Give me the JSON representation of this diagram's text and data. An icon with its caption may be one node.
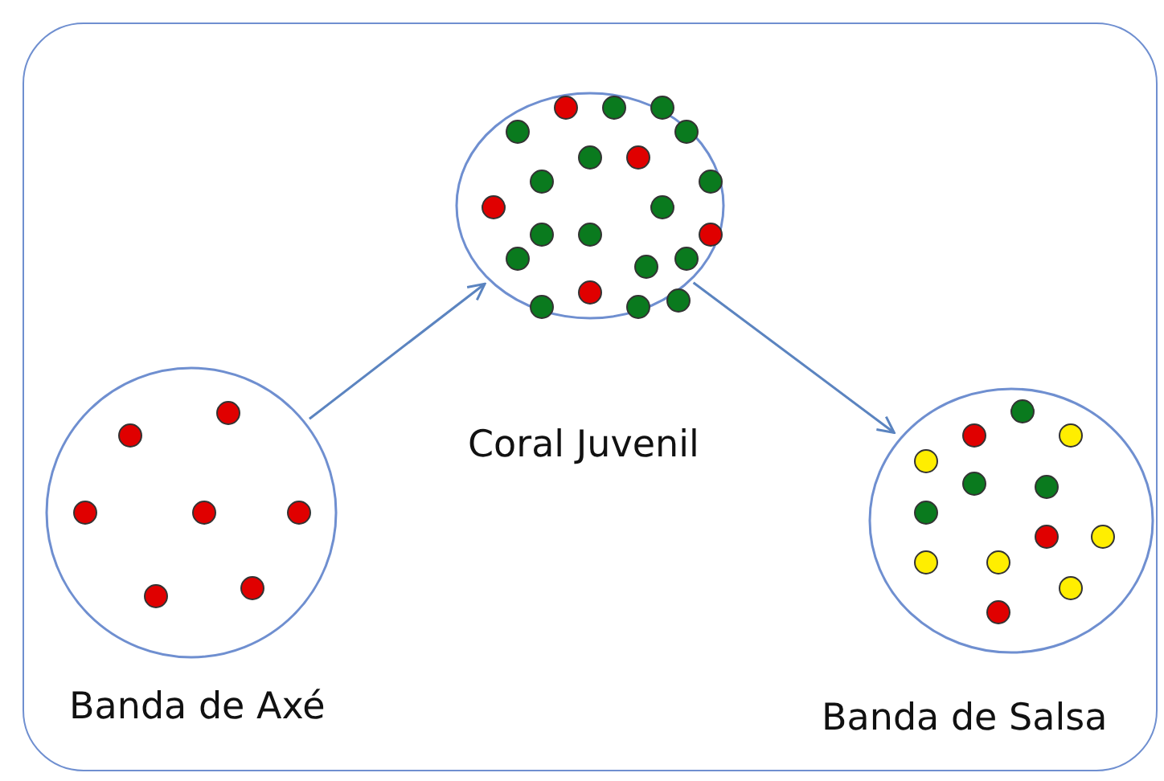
{
  "diagram": {
    "nodes": [
      {
        "text": [],
        "shape": "box"
      },
      {
        "text": [
          "Banda de Axé"
        ],
        "in": 0
      },
      {
        "text": [
          "Coral Juvenil"
        ],
        "in": 0
      },
      {
        "text": [
          "Banda de Salsa"
        ],
        "in": 0
      }
    ],
    "edges": [
      {
        "from": 1,
        "to": 2,
        "arrow": "to"
      },
      {
        "from": 2,
        "to": 3,
        "arrow": "to"
      }
    ]
  }
}
